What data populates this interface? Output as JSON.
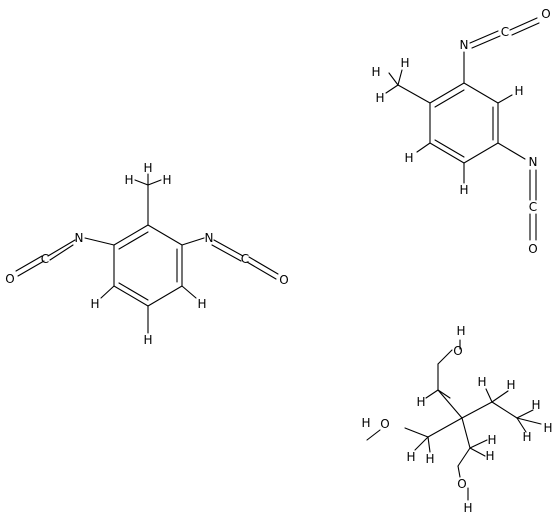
{
  "molecules": [
    {
      "id": "toluene-2-6-diisocyanate",
      "atoms": {
        "H": "H",
        "N": "N",
        "C": "C",
        "O": "O"
      }
    },
    {
      "id": "toluene-2-4-diisocyanate",
      "atoms": {
        "H": "H",
        "N": "N",
        "C": "C",
        "O": "O"
      }
    },
    {
      "id": "trimethylolpropane",
      "atoms": {
        "H": "H",
        "O": "O"
      }
    }
  ]
}
